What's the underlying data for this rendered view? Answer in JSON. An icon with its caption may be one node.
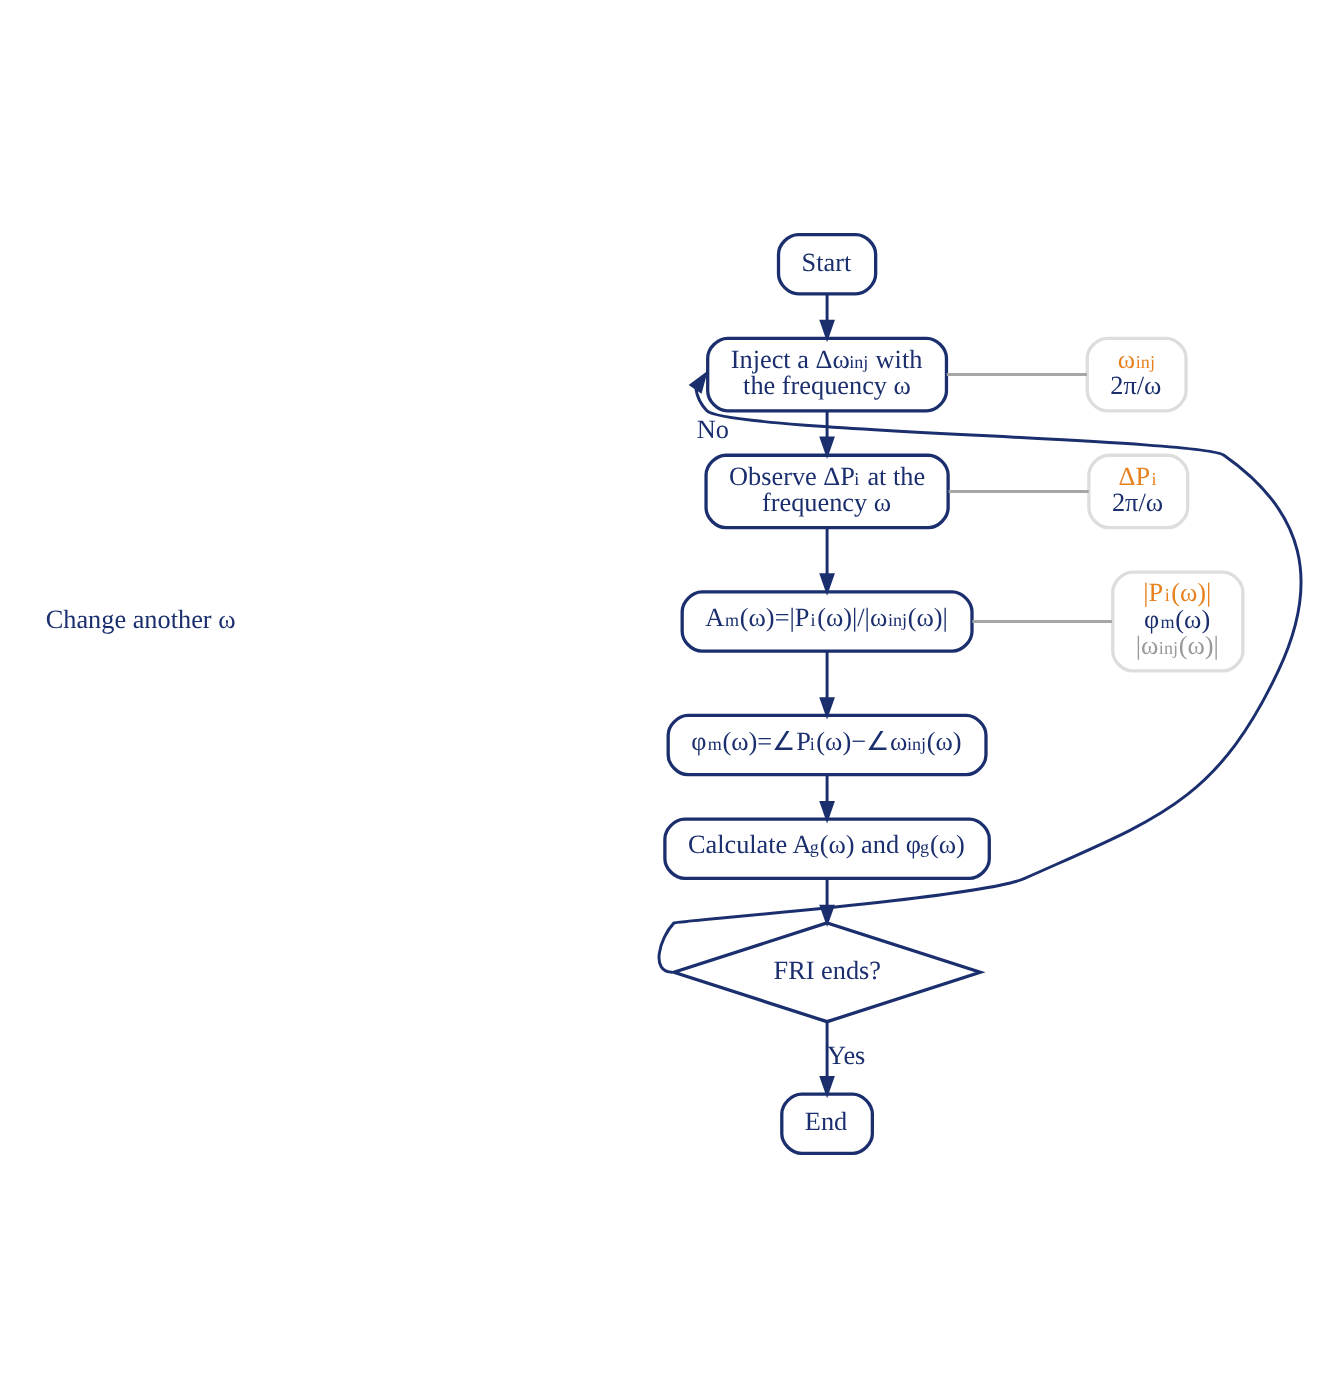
{
  "diagram": {
    "nodes": [
      {
        "text": [
          "Start"
        ]
      },
      {
        "text": [
          "Inject a Δω$_{inj}$ with the frequency ω"
        ]
      },
      {
        "text": [
          "Observe ΔP$_{i}$ at the frequency ω"
        ]
      },
      {
        "text": [
          "A$_{m}$(ω)=|P$_{i}$(ω)|/|ω$_{inj}$(ω)|"
        ]
      },
      {
        "text": [
          "φ$_{m}$(ω)=∠P$_{i}$(ω)−∠ω$_{inj}$(ω)"
        ]
      },
      {
        "text": [
          "Calculate A$_{g}$(ω) and φ$_{g}$(ω)"
        ]
      },
      {
        "text": [
          "FRI ends?"
        ]
      },
      {
        "text": [
          "End"
        ]
      },
      {
        "text": [
          "ω$_{inj}$",
          "2π/ω"
        ]
      },
      {
        "text": [
          "ΔP$_{i}$",
          "2π/ω"
        ]
      },
      {
        "text": [
          "|P$_{i}$(ω)|",
          "φ$_{m}$(ω)",
          "|ω$_{inj}$(ω)|"
        ]
      }
    ],
    "edges": [
      {
        "from": 0,
        "to": 1,
        "arrow": "to"
      },
      {
        "from": 1,
        "to": 2,
        "arrow": "to"
      },
      {
        "from": 2,
        "to": 3,
        "arrow": "to"
      },
      {
        "from": 3,
        "to": 4,
        "arrow": "to"
      },
      {
        "from": 4,
        "to": 5,
        "arrow": "to"
      },
      {
        "from": 5,
        "to": 6,
        "arrow": "to"
      },
      {
        "from": 6,
        "to": 7,
        "arrow": "to",
        "label": "Yes"
      },
      {
        "from": 6,
        "to": 1,
        "arrow": "to",
        "label": "No"
      },
      {
        "from": 1,
        "to": 8,
        "arrow": "none",
        "color": "#a6a6a6"
      },
      {
        "from": 2,
        "to": 9,
        "arrow": "none",
        "color": "#a6a6a6"
      },
      {
        "from": 3,
        "to": 10,
        "arrow": "none",
        "color": "#a6a6a6"
      }
    ],
    "labels": [
      "Change another ω"
    ]
  }
}
